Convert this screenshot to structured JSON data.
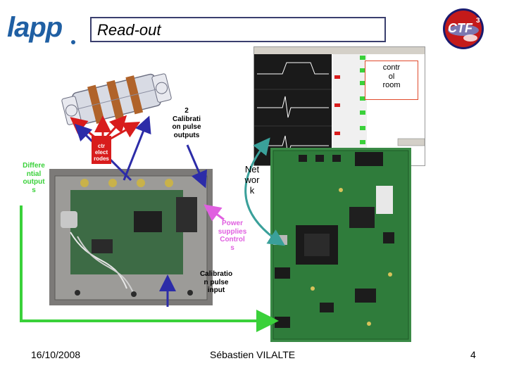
{
  "slide": {
    "title": "Read-out",
    "footer": {
      "date": "16/10/2008",
      "author": "Sébastien VILALTE",
      "page_number": "4"
    }
  },
  "labels": {
    "control_room": "contr\nol\nroom",
    "calibration_pulse_outputs": "2\nCalibrati\non pulse\noutputs",
    "electrodes": "ctr\nelect\nrodes",
    "differential_outputs": "Differe\nntial\noutput\ns",
    "network": "Net\nwor\nk",
    "power_supplies_control": "Power\nsupplies\nControl\ns",
    "calibration_pulse_input": "Calibratio\nn pulse\ninput"
  },
  "logos": {
    "left": "lapp",
    "right": "CTF3"
  },
  "colors": {
    "title_border": "#3a3f6e",
    "arrow_red": "#d81c1c",
    "arrow_blue": "#2c2ca8",
    "arrow_green": "#3ad13a",
    "arrow_teal": "#3aa09a",
    "arrow_magenta": "#e060e0",
    "lapp_blue": "#1f5fa3"
  }
}
